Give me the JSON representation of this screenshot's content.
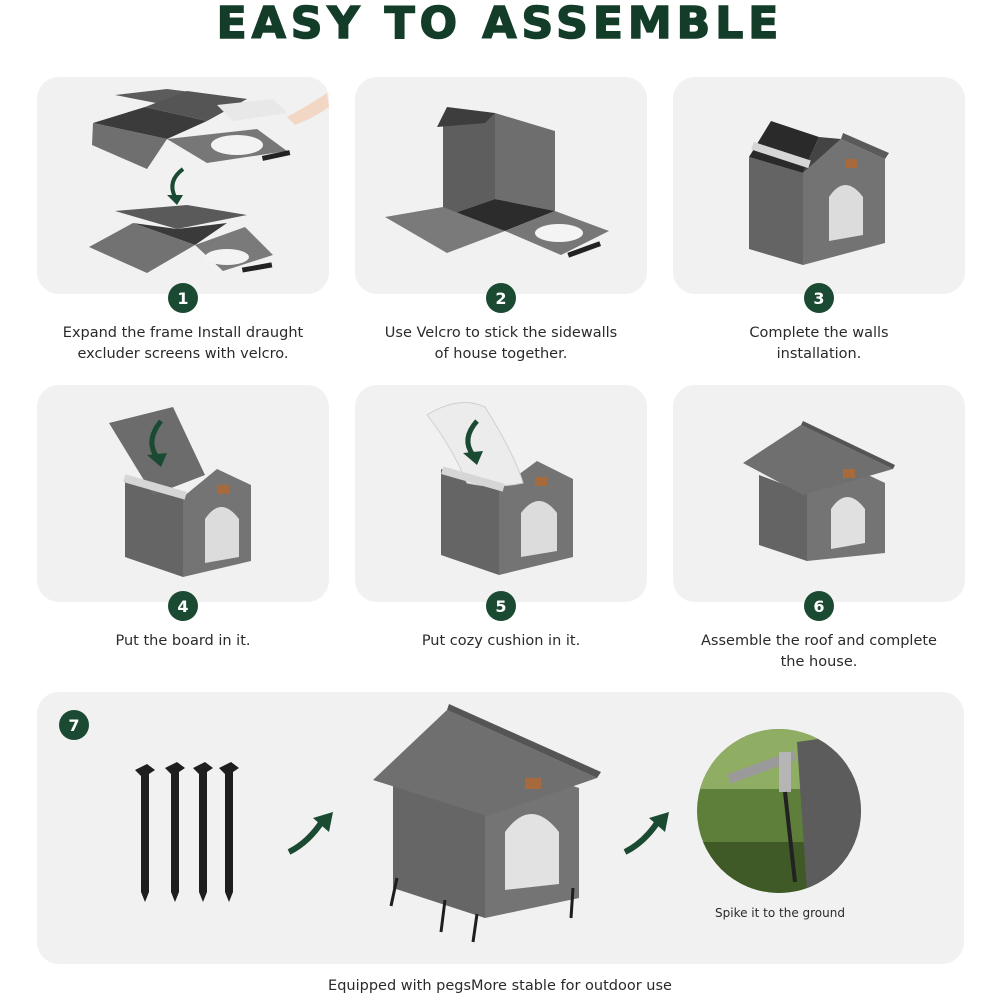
{
  "title": "EASY TO ASSEMBLE",
  "steps": [
    {
      "number": "1",
      "lines": [
        "Expand the frame Install draught",
        "excluder screens with velcro."
      ]
    },
    {
      "number": "2",
      "lines": [
        "Use Velcro to stick the sidewalls",
        "of house together."
      ]
    },
    {
      "number": "3",
      "lines": [
        "Complete the walls",
        "installation."
      ]
    },
    {
      "number": "4",
      "lines": [
        "Put the board in it."
      ]
    },
    {
      "number": "5",
      "lines": [
        "Put cozy cushion in it."
      ]
    },
    {
      "number": "6",
      "lines": [
        "Assemble the roof and complete",
        "the house."
      ]
    },
    {
      "number": "7"
    }
  ],
  "step7": {
    "spike_caption": "Spike it to the ground",
    "footer": "Equipped with pegsMore stable for outdoor use"
  },
  "colors": {
    "brand_green": "#133d28",
    "badge_green": "#1b4a32",
    "panel_bg": "#f1f1f1",
    "house_gray": "#6e6e6e"
  }
}
